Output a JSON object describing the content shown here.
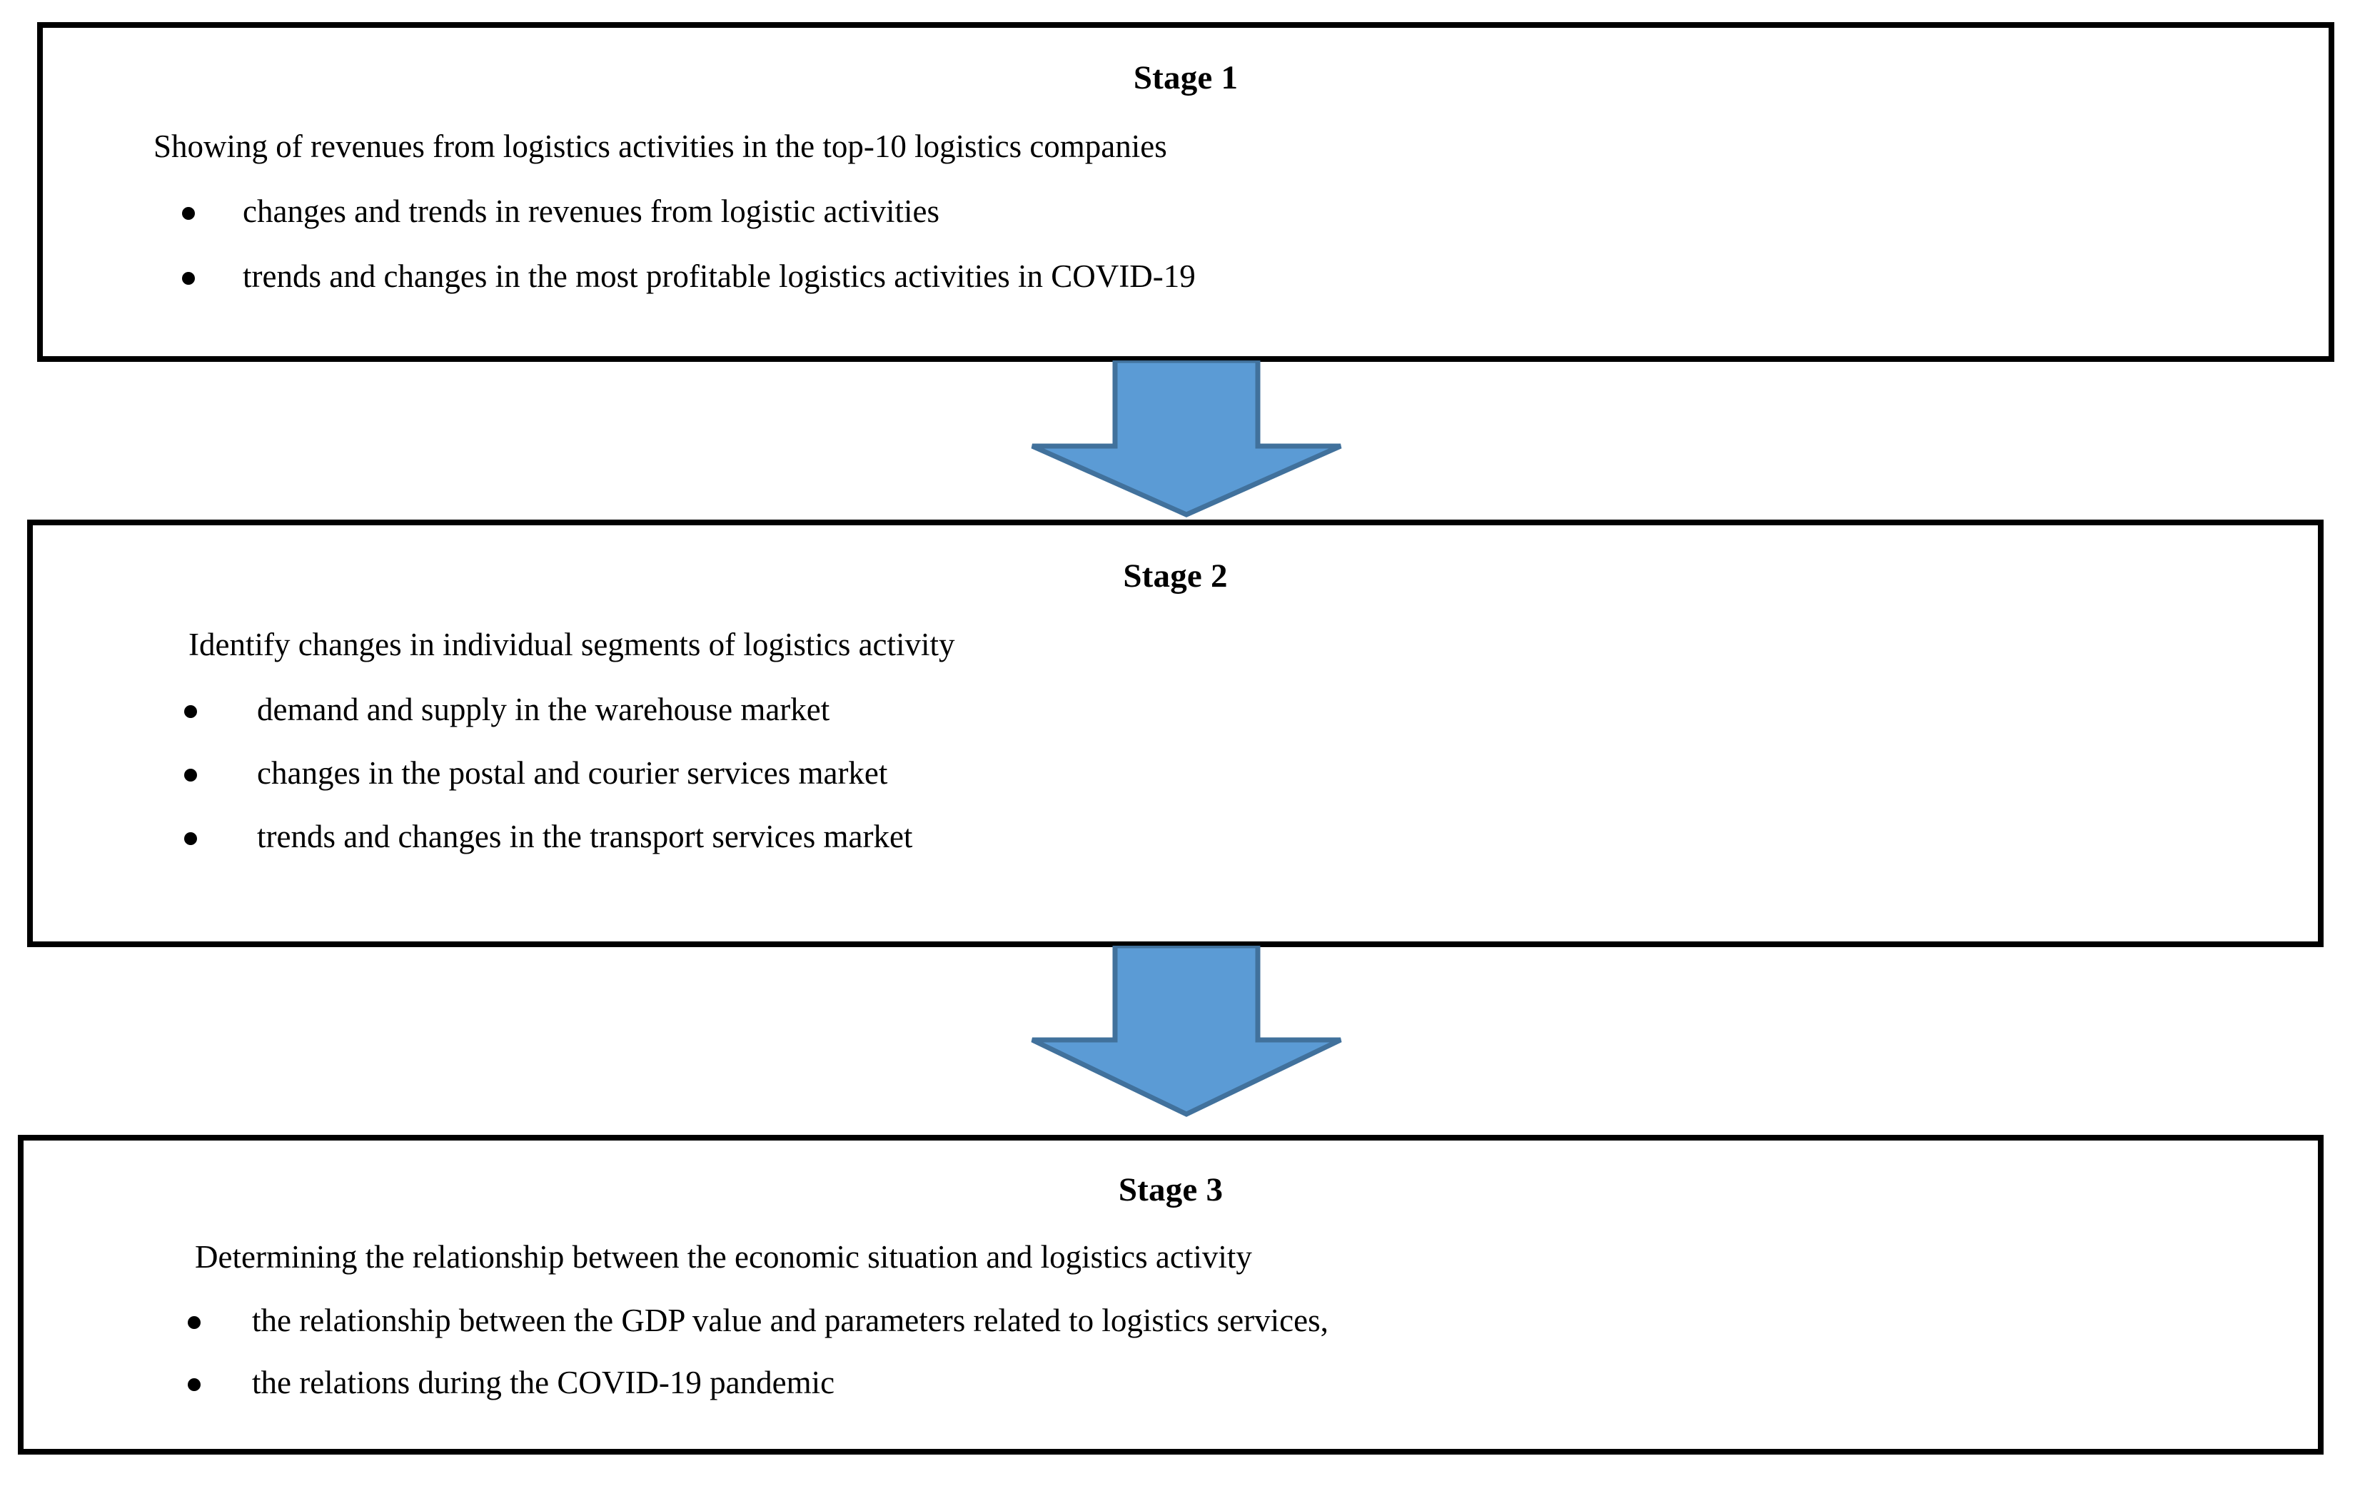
{
  "diagram": {
    "type": "vertical-flowchart",
    "title": "Research stages flowchart",
    "colors": {
      "arrow_fill": "#5B9BD5",
      "arrow_stroke": "#41719C",
      "box_border": "#000000",
      "background": "#FFFFFF",
      "text": "#000000"
    },
    "stages": [
      {
        "id": "stage-1",
        "title": "Stage 1",
        "intro": "Showing of revenues from logistics activities in the top-10 logistics companies",
        "bullets": [
          "changes and trends in revenues from logistic activities",
          "trends and changes in the most profitable logistics activities in COVID-19"
        ]
      },
      {
        "id": "stage-2",
        "title": "Stage 2",
        "intro": "Identify changes in individual segments of logistics activity",
        "bullets": [
          "demand and supply in the warehouse market",
          "changes in the postal and courier services market",
          "trends and changes in the transport services market"
        ]
      },
      {
        "id": "stage-3",
        "title": "Stage 3",
        "intro": "Determining the relationship between the economic situation and logistics activity",
        "bullets": [
          "the relationship between the GDP value and parameters related to logistics services,",
          "the relations during the COVID-19 pandemic"
        ]
      }
    ],
    "connectors": [
      {
        "id": "arrow-1",
        "from": "stage-1",
        "to": "stage-2",
        "direction": "down"
      },
      {
        "id": "arrow-2",
        "from": "stage-2",
        "to": "stage-3",
        "direction": "down"
      }
    ]
  }
}
